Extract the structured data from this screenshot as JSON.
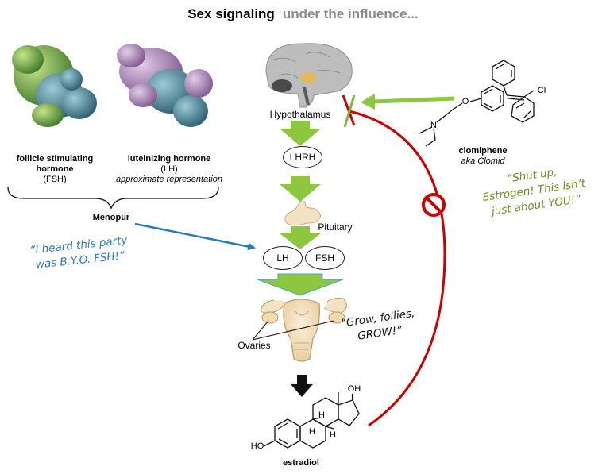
{
  "title": {
    "main": "Sex signaling",
    "influence": "under the influence..."
  },
  "labels": {
    "fsh_line1": "follicle stimulating",
    "fsh_line2": "hormone",
    "fsh_abbr": "(FSH)",
    "lh_line1": "luteinizing hormone",
    "lh_abbr": "(LH)",
    "lh_note": "approximate representation",
    "menopur": "Menopur",
    "hypothalamus": "Hypothalamus",
    "lhrh": "LHRH",
    "pituitary": "Pituitary",
    "lh": "LH",
    "fsh": "FSH",
    "ovaries": "Ovaries",
    "estradiol": "estradiol",
    "clomiphene": "clomiphene",
    "clomid": "aka Clomid",
    "cl": "Cl",
    "o_atom": "O",
    "n_atom": "N",
    "ho_atom": "HO",
    "oh_atom": "OH",
    "h_atom": "H"
  },
  "quotes": {
    "byo_line1": "“I heard this party",
    "byo_line2": "was B.Y.O. FSH!”",
    "grow_line1": "“Grow, follies,",
    "grow_line2": "GROW!”",
    "shut_line1": "“Shut up,",
    "shut_line2": "Estrogen! This isn’t",
    "shut_line3": "just about  YOU!”"
  },
  "colors": {
    "green_arrow": "#8dc63f",
    "blue_arrow": "#2a7ac0",
    "red_feedback": "#cc0000",
    "quote_blue": "#2a7ac0",
    "quote_green": "#6b8e23",
    "title_gray": "#8a8a8a",
    "fsh_protein": "#4e8b32",
    "lh_protein": "#a07bb0"
  }
}
